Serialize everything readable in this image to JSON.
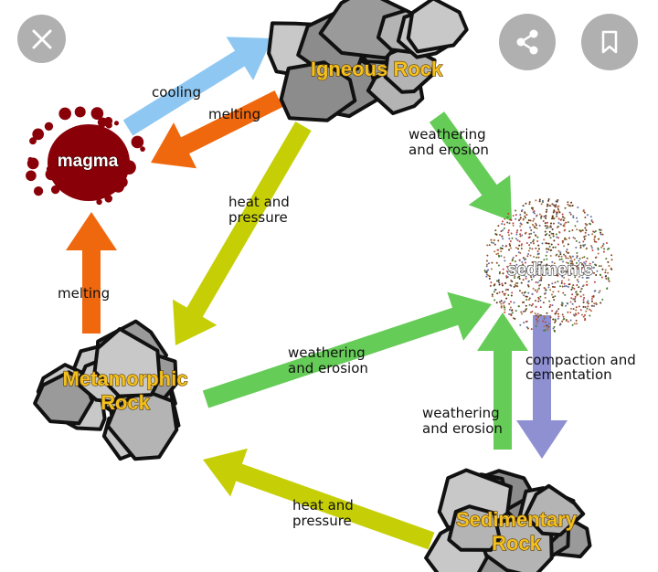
{
  "viewer": {
    "close_icon": "close-icon",
    "share_icon": "share-icon",
    "bookmark_icon": "bookmark-icon"
  },
  "diagram": {
    "nodes": {
      "igneous": "Igneous Rock",
      "magma": "magma",
      "sediments": "sediments",
      "metamorphic_1": "Metamorphic",
      "metamorphic_2": "Rock",
      "sedimentary_1": "Sedimentary",
      "sedimentary_2": "Rock"
    },
    "edges": {
      "cooling": "cooling",
      "melting_top": "melting",
      "heat_pressure_1a": "heat and",
      "heat_pressure_1b": "pressure",
      "weathering_1a": "weathering",
      "weathering_1b": "and erosion",
      "melting_left": "melting",
      "weathering_2a": "weathering",
      "weathering_2b": "and erosion",
      "weathering_3a": "weathering",
      "weathering_3b": "and erosion",
      "compaction_a": "compaction and",
      "compaction_b": "cementation",
      "heat_pressure_2a": "heat and",
      "heat_pressure_2b": "pressure"
    },
    "colors": {
      "cooling": "#8ec8f2",
      "melting": "#f0680e",
      "heat": "#c6cf06",
      "weathering": "#66cc58",
      "compaction": "#8e90d2",
      "magma": "#8a0008",
      "rock": "#a8a8a8"
    }
  }
}
